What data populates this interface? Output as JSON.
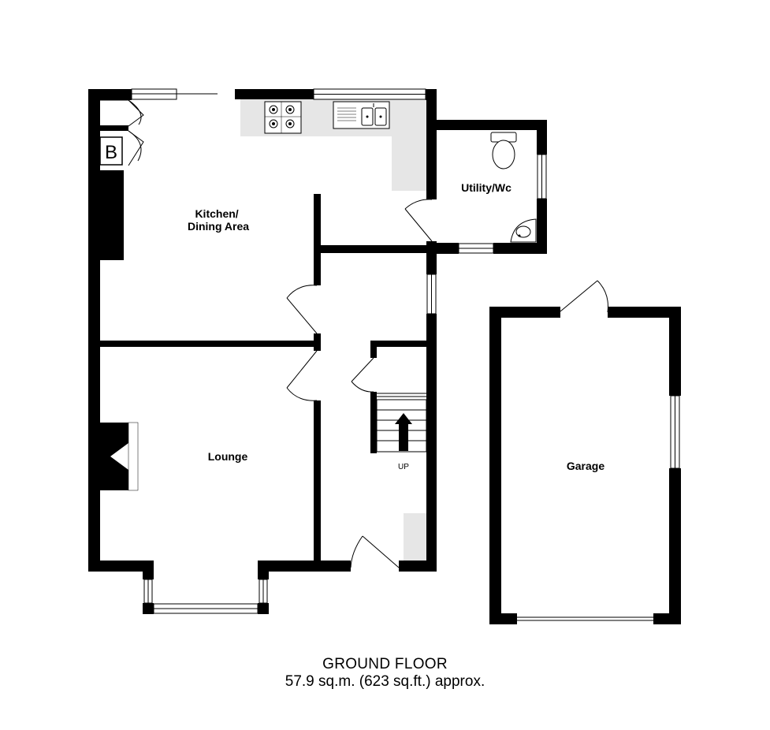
{
  "plan": {
    "rooms": [
      {
        "id": "kitchen",
        "lines": [
          "Kitchen/",
          "Dining Area"
        ]
      },
      {
        "id": "utility",
        "lines": [
          "Utility/Wc"
        ]
      },
      {
        "id": "lounge",
        "lines": [
          "Lounge"
        ]
      },
      {
        "id": "garage",
        "lines": [
          "Garage"
        ]
      }
    ],
    "stairs_label": "UP",
    "boiler_label": "B"
  },
  "footer": {
    "title": "GROUND FLOOR",
    "area": "57.9 sq.m. (623 sq.ft.) approx."
  }
}
